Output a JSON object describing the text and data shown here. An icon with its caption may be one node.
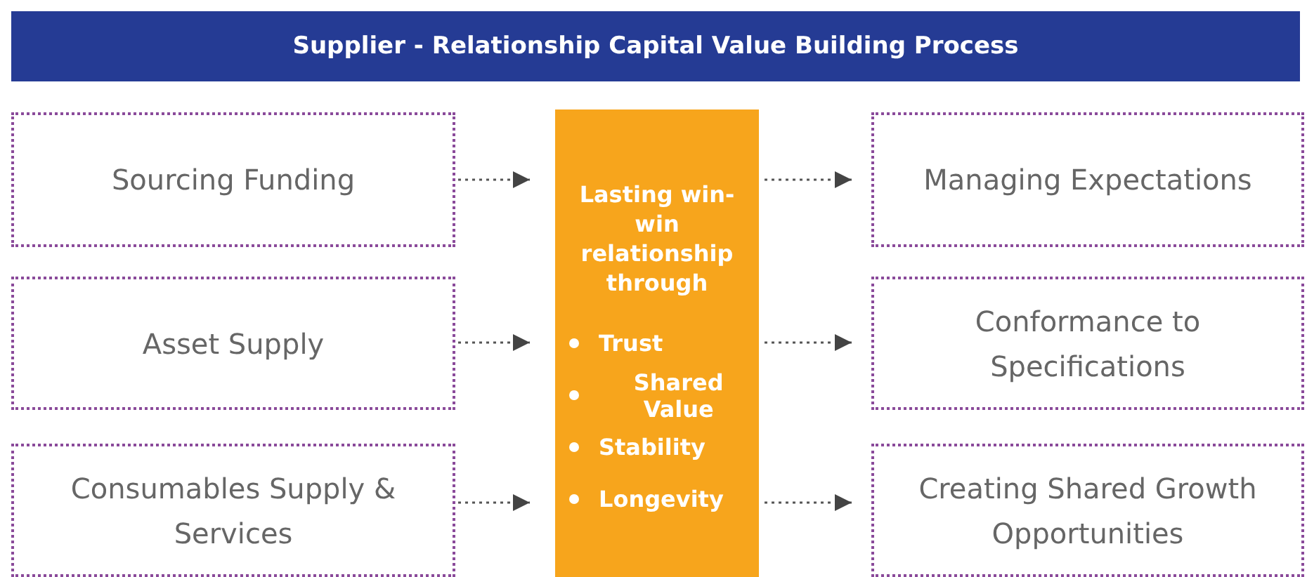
{
  "diagram": {
    "title": "Supplier - Relationship Capital Value Building Process",
    "nodes": [
      {
        "text": [
          "Sourcing Funding"
        ]
      },
      {
        "text": [
          "Asset Supply"
        ]
      },
      {
        "text": [
          "Consumables Supply & Services"
        ]
      },
      {
        "text": [
          "Lasting win-win relationship through",
          "Trust",
          "Shared Value",
          "Stability",
          "Longevity"
        ]
      },
      {
        "text": [
          "Managing Expectations"
        ]
      },
      {
        "text": [
          "Conformance to Specifications"
        ]
      },
      {
        "text": [
          "Creating Shared Growth Opportunities"
        ]
      }
    ],
    "edges": [
      {
        "from": 0,
        "to": 3,
        "arrow": "to",
        "style": "dashed"
      },
      {
        "from": 1,
        "to": 3,
        "arrow": "to",
        "style": "dashed"
      },
      {
        "from": 2,
        "to": 3,
        "arrow": "to",
        "style": "dashed"
      },
      {
        "from": 3,
        "to": 4,
        "arrow": "to",
        "style": "dashed"
      },
      {
        "from": 3,
        "to": 5,
        "arrow": "to",
        "style": "dashed"
      },
      {
        "from": 3,
        "to": 6,
        "arrow": "to",
        "style": "dashed"
      }
    ]
  }
}
